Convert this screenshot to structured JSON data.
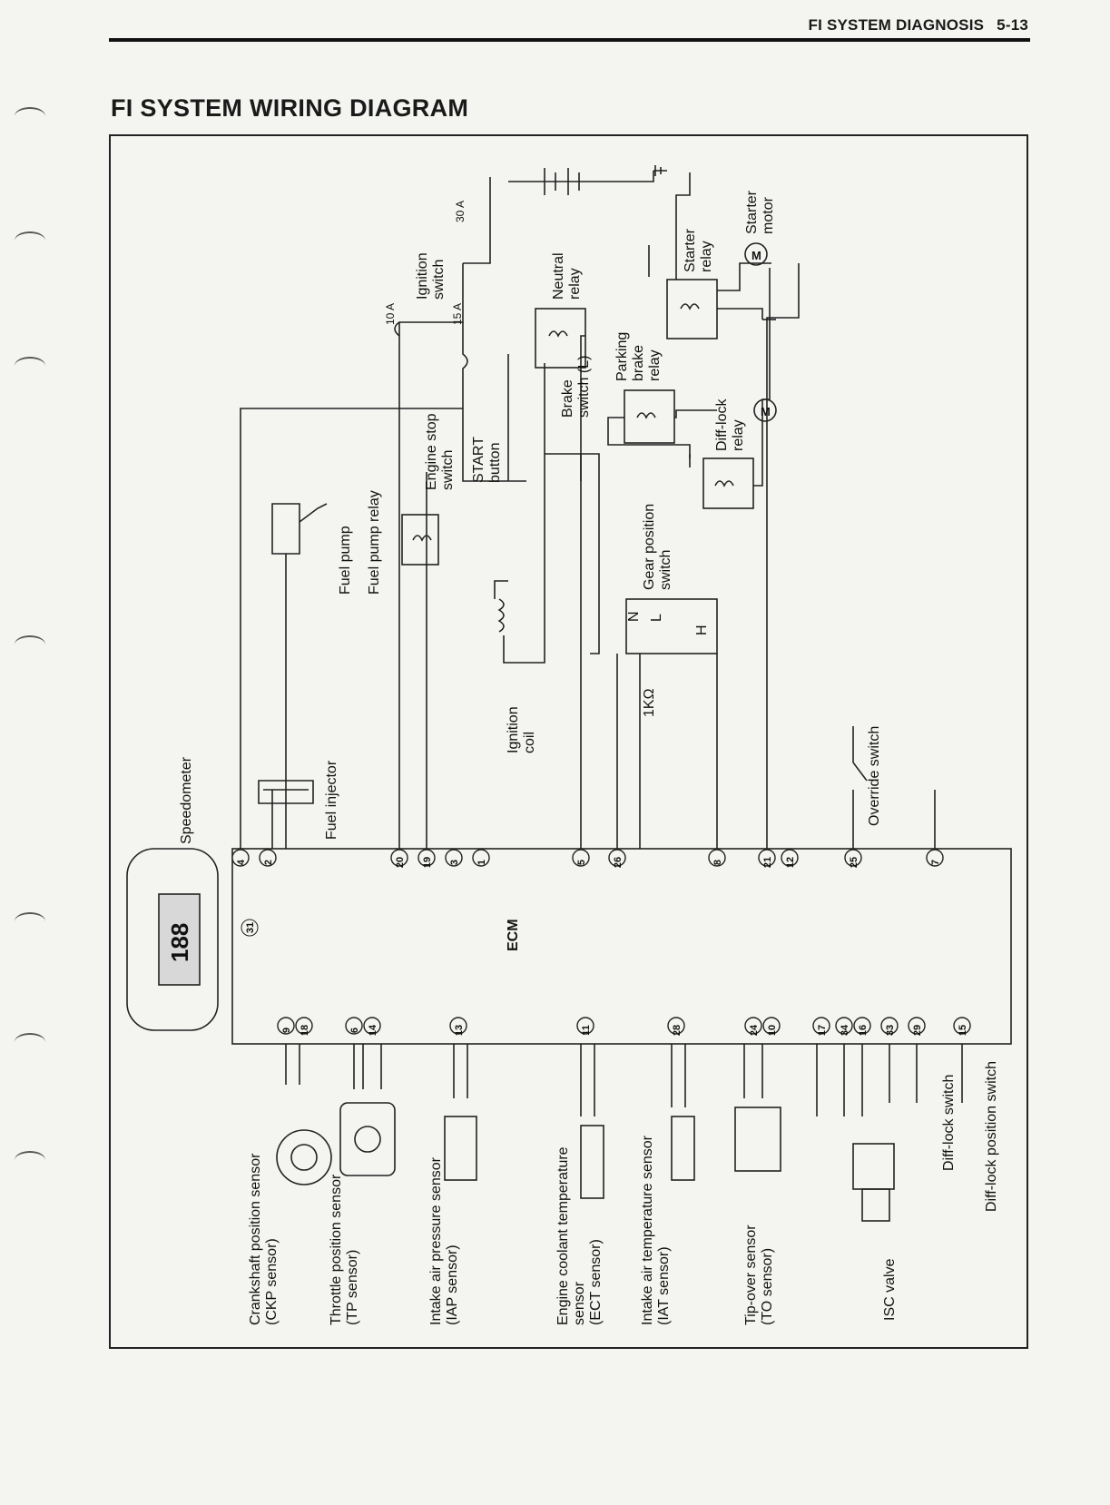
{
  "header": {
    "section": "FI SYSTEM DIAGNOSIS",
    "page": "5-13"
  },
  "title": "FI SYSTEM WIRING DIAGRAM",
  "components": {
    "ecm": "ECM",
    "speedometer": "Speedometer",
    "fuel_injector": "Fuel injector",
    "fuel_pump": "Fuel pump",
    "fuel_pump_relay": "Fuel pump relay",
    "engine_stop_switch": [
      "Engine stop",
      "switch"
    ],
    "start_button": [
      "START",
      "button"
    ],
    "ignition_switch": [
      "Ignition",
      "switch"
    ],
    "fuse_10a": "10 A",
    "fuse_15a": "15 A",
    "fuse_30a": "30 A",
    "neutral_relay": [
      "Neutral",
      "relay"
    ],
    "starter_relay": [
      "Starter",
      "relay"
    ],
    "starter_motor": [
      "Starter",
      "motor"
    ],
    "parking_brake_relay": [
      "Parking",
      "brake",
      "relay"
    ],
    "brake_switch": [
      "Brake",
      "switch (L)"
    ],
    "diff_lock_relay": [
      "Diff-lock",
      "relay"
    ],
    "gear_position_switch": [
      "Gear position",
      "switch"
    ],
    "gear_letters": [
      "N",
      "L",
      "H"
    ],
    "resistor": "1KΩ",
    "ignition_coil": [
      "Ignition",
      "coil"
    ],
    "override_switch": "Override switch",
    "motor_symbol": "M",
    "sensors": [
      [
        "Crankshaft position sensor",
        "(CKP sensor)"
      ],
      [
        "Throttle position sensor",
        "(TP sensor)"
      ],
      [
        "Intake air pressure sensor",
        "(IAP sensor)"
      ],
      [
        "Engine coolant temperature",
        "sensor",
        "(ECT sensor)"
      ],
      [
        "Intake air temperature sensor",
        "(IAT sensor)"
      ],
      [
        "Tip-over sensor",
        "(TO sensor)"
      ],
      [
        "ISC valve"
      ]
    ],
    "diff_lock_switch": "Diff-lock switch",
    "diff_lock_position_switch": "Diff-lock position switch",
    "speedo_display": "188"
  },
  "pins_top": [
    "4",
    "2",
    "20",
    "19",
    "3",
    "1",
    "5",
    "26",
    "8",
    "21",
    "12",
    "25",
    "7"
  ],
  "pins_bottom": [
    "9",
    "18",
    "6",
    "14",
    "13",
    "11",
    "28",
    "24",
    "10",
    "17",
    "34",
    "16",
    "33",
    "29",
    "15"
  ],
  "pin_side": "31"
}
